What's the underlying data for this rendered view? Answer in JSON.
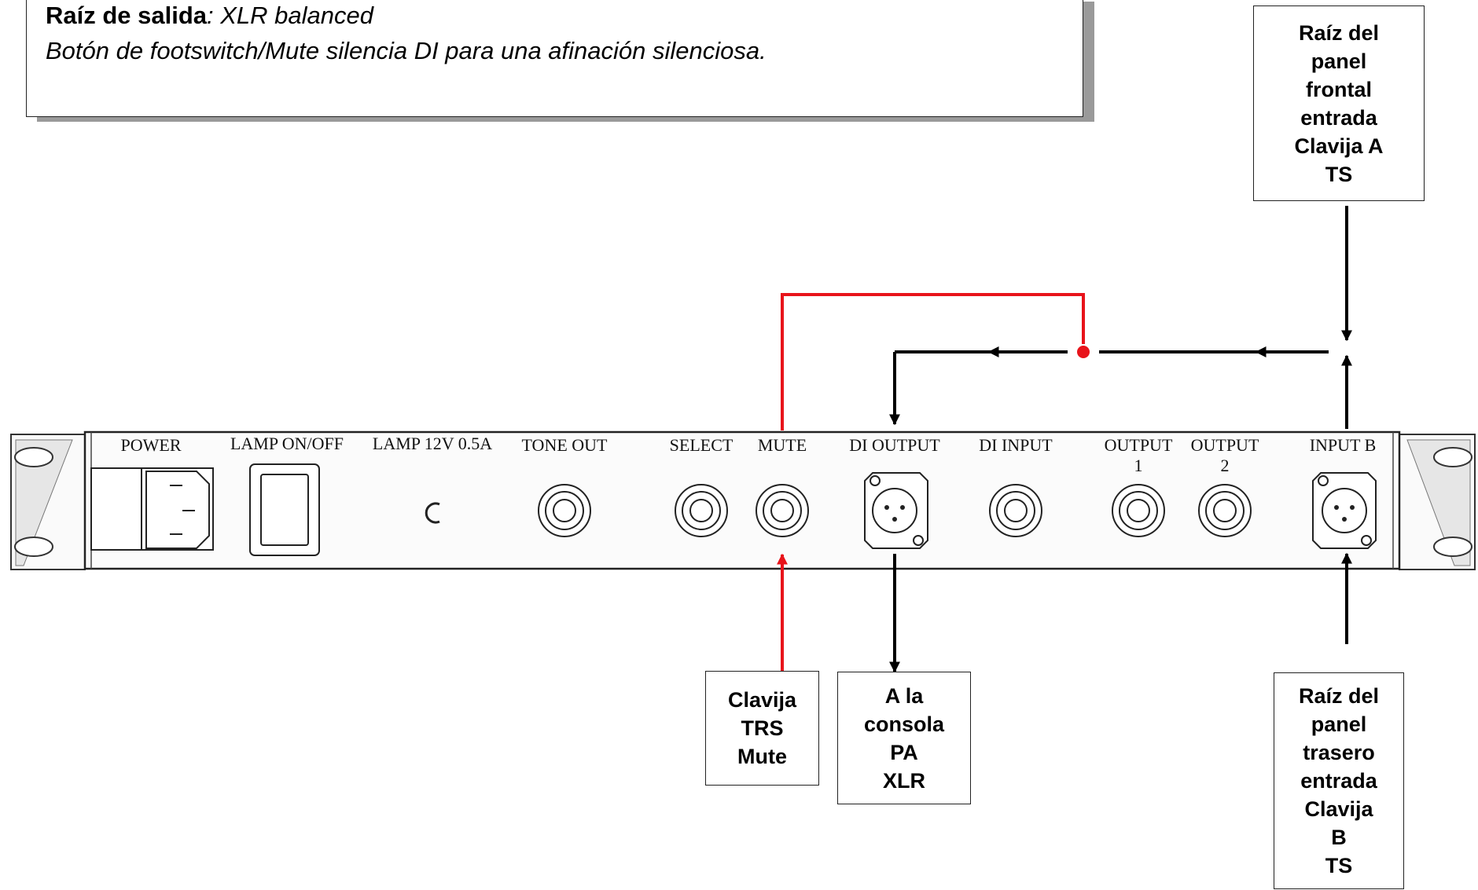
{
  "info": {
    "line1_bold": "Raíz de salida",
    "line1_rest": ": XLR balanced",
    "line2": "Botón de footswitch/Mute silencia DI para una afinación silenciosa."
  },
  "callouts": {
    "front_input": [
      "Raíz del",
      "panel",
      "frontal",
      "entrada",
      "Clavija A",
      "TS"
    ],
    "mute_jack": [
      "Clavija",
      "TRS",
      "Mute"
    ],
    "to_console": [
      "A la",
      "consola",
      "PA",
      "XLR"
    ],
    "rear_input": [
      "Raíz del",
      "panel",
      "trasero",
      "entrada",
      "Clavija",
      "B",
      "TS"
    ]
  },
  "panel": {
    "power": "POWER",
    "lamp_switch": "LAMP ON/OFF",
    "lamp_socket": "LAMP 12V 0.5A",
    "tone_out": "TONE OUT",
    "select": "SELECT",
    "mute": "MUTE",
    "di_output": "DI OUTPUT",
    "di_input": "DI INPUT",
    "output1_label": "OUTPUT",
    "output1_num": "1",
    "output2_label": "OUTPUT",
    "output2_num": "2",
    "input_b": "INPUT B"
  },
  "colors": {
    "signal": "#000000",
    "mute_path": "#e8141b"
  }
}
